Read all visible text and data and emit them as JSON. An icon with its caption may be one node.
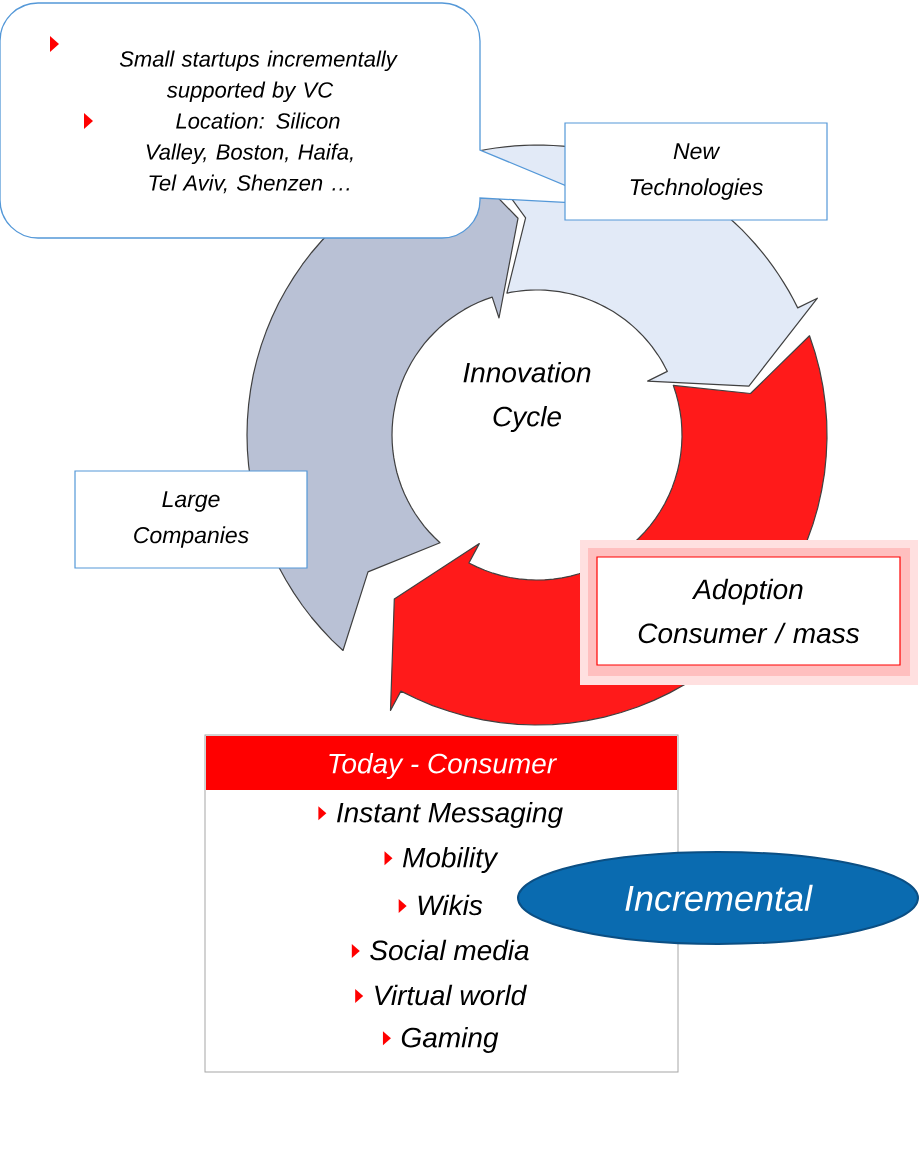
{
  "diagram": {
    "nodes": [
      {
        "text": [
          "Small startups incrementally supported by VC",
          "Location: Silicon Valley, Boston, Haifa, Tel Aviv, Shenzen …"
        ]
      },
      {
        "text": [
          "New Technologies"
        ]
      },
      {
        "text": [
          "Large Companies"
        ]
      },
      {
        "text": [
          "Adoption Consumer / mass"
        ]
      },
      {
        "text": [
          "Today - Consumer",
          "Instant Messaging",
          "Mobility",
          "Wikis",
          "Social media",
          "Virtual world",
          "Gaming"
        ]
      },
      {
        "text": [
          "Incremental"
        ]
      }
    ],
    "labels": [
      "Innovation Cycle"
    ]
  }
}
